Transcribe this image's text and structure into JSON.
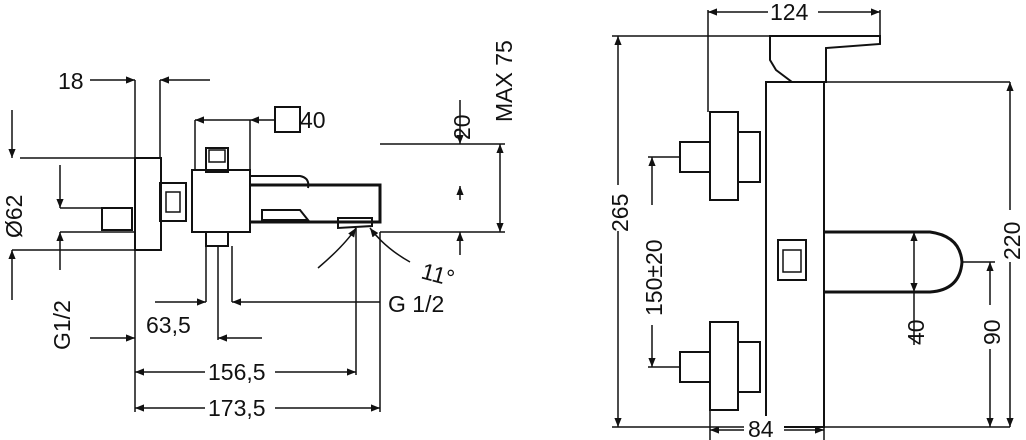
{
  "side_view": {
    "dim_18": "18",
    "dim_40": "40",
    "dim_20": "20",
    "dim_max75": "MAX 75",
    "dim_62": "Ø62",
    "dim_g12_left": "G1/2",
    "dim_angle": "11°",
    "dim_g12_bottom": "G 1/2",
    "dim_63_5": "63,5",
    "dim_156_5": "156,5",
    "dim_173_5": "173,5"
  },
  "front_view": {
    "dim_124": "124",
    "dim_265": "265",
    "dim_150": "150±20",
    "dim_220": "220",
    "dim_40": "40",
    "dim_90": "90",
    "dim_84": "84"
  }
}
